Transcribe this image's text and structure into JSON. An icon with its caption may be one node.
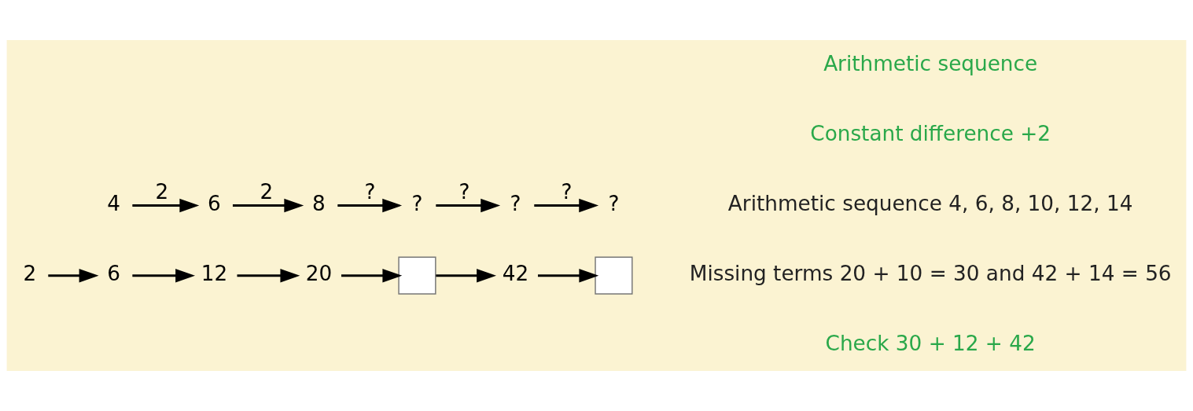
{
  "diagram": {
    "nodes": [
      {
        "text": [
          "2"
        ]
      },
      {
        "text": [
          "6"
        ]
      },
      {
        "text": [
          "12"
        ]
      },
      {
        "text": [
          "20"
        ]
      },
      {
        "text": [],
        "shape": "box"
      },
      {
        "text": [
          "42"
        ]
      },
      {
        "text": [],
        "shape": "box"
      },
      {
        "text": [
          "4"
        ]
      },
      {
        "text": [
          "6"
        ]
      },
      {
        "text": [
          "8"
        ]
      },
      {
        "text": [
          "?"
        ]
      },
      {
        "text": [
          "?"
        ]
      },
      {
        "text": [
          "?"
        ]
      }
    ],
    "edges": [
      {
        "from": 0,
        "to": 1,
        "arrow": "to"
      },
      {
        "from": 1,
        "to": 2,
        "arrow": "to"
      },
      {
        "from": 2,
        "to": 3,
        "arrow": "to"
      },
      {
        "from": 3,
        "to": 4,
        "arrow": "to"
      },
      {
        "from": 4,
        "to": 5,
        "arrow": "to"
      },
      {
        "from": 5,
        "to": 6,
        "arrow": "to"
      },
      {
        "from": 7,
        "to": 8,
        "arrow": "to",
        "label": "2"
      },
      {
        "from": 8,
        "to": 9,
        "arrow": "to",
        "label": "2"
      },
      {
        "from": 9,
        "to": 10,
        "arrow": "to",
        "label": "?"
      },
      {
        "from": 10,
        "to": 11,
        "arrow": "to",
        "label": "?"
      },
      {
        "from": 11,
        "to": 12,
        "arrow": "to",
        "label": "?"
      }
    ],
    "labels": [
      "Arithmetic sequence",
      "Constant difference +2",
      "Arithmetic sequence 4, 6, 8, 10, 12, 14",
      "Missing terms 20 + 10 = 30 and 42 + 14 = 56",
      "Check 30 + 12 + 42"
    ]
  }
}
